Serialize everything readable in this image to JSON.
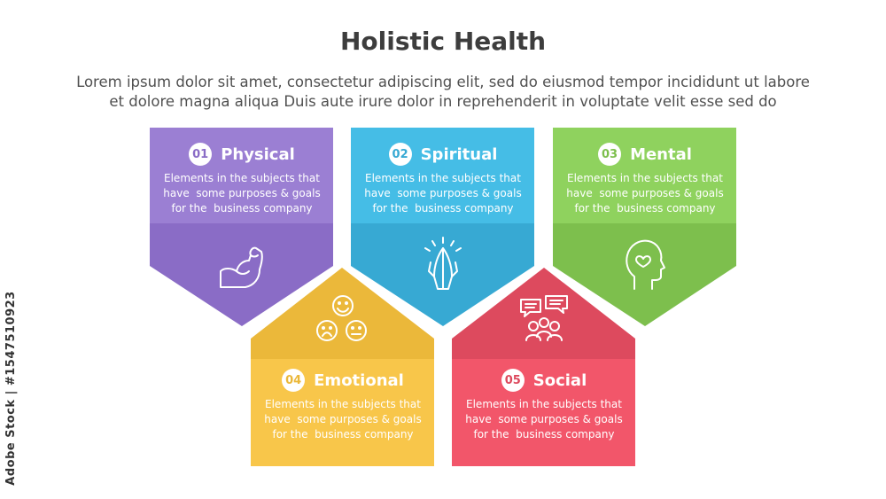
{
  "header": {
    "title": "Holistic Health",
    "subtitle_line1": "Lorem ipsum dolor sit amet, consectetur adipiscing elit, sed do eiusmod tempor incididunt ut labore",
    "subtitle_line2": "et dolore magna aliqua Duis aute irure dolor in reprehenderit in voluptate velit esse sed do"
  },
  "watermark": "Adobe Stock | #1547510923",
  "items": [
    {
      "number": "01",
      "label": "Physical",
      "desc1": "Elements in the subjects that",
      "desc2": "have  some purposes & goals",
      "desc3": "for the  business company",
      "color": "#9b7fd3",
      "color_dark": "#8a6cc6",
      "icon": "flexed-arm-icon"
    },
    {
      "number": "02",
      "label": "Spiritual",
      "desc1": "Elements in the subjects that",
      "desc2": "have  some purposes & goals",
      "desc3": "for the  business company",
      "color": "#45bde6",
      "color_dark": "#37a9d3",
      "icon": "praying-hands-icon"
    },
    {
      "number": "03",
      "label": "Mental",
      "desc1": "Elements in the subjects that",
      "desc2": "have  some purposes & goals",
      "desc3": "for the  business company",
      "color": "#8fd25e",
      "color_dark": "#7dbf4d",
      "icon": "head-heart-icon"
    },
    {
      "number": "04",
      "label": "Emotional",
      "desc1": "Elements in the subjects that",
      "desc2": "have  some purposes & goals",
      "desc3": "for the  business company",
      "color": "#f8c64a",
      "color_dark": "#ebb83a",
      "icon": "emotions-faces-icon"
    },
    {
      "number": "05",
      "label": "Social",
      "desc1": "Elements in the subjects that",
      "desc2": "have  some purposes & goals",
      "desc3": "for the  business company",
      "color": "#f2566a",
      "color_dark": "#dd4a5e",
      "icon": "people-chat-icon"
    }
  ]
}
